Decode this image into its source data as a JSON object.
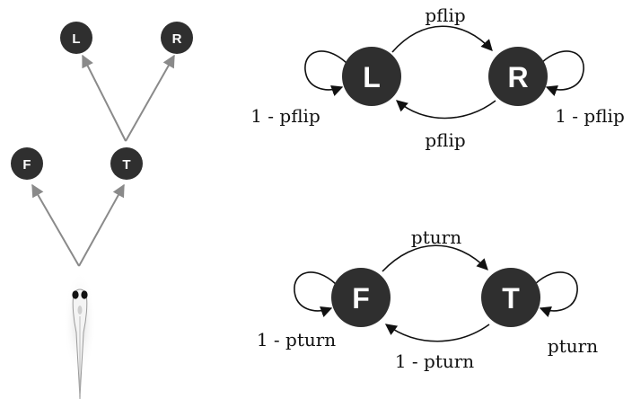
{
  "colors": {
    "node_fill": "#2f2f2f",
    "node_text": "#ffffff",
    "tree_arrow": "#8a8a8a",
    "chain_arrow": "#111111",
    "background": "#ffffff"
  },
  "tree": {
    "nodes": {
      "L": "L",
      "R": "R",
      "F": "F",
      "T": "T"
    },
    "root_icon": "larval-zebrafish-icon"
  },
  "flip_chain": {
    "states": {
      "left": "L",
      "right": "R"
    },
    "labels": {
      "top": "pflip",
      "bottom": "pflip",
      "self_left": "1 - pflip",
      "self_right": "1 - pflip"
    }
  },
  "turn_chain": {
    "states": {
      "left": "F",
      "right": "T"
    },
    "labels": {
      "top": "pturn",
      "bottom": "1 - pturn",
      "self_left": "1 - pturn",
      "self_right": "pturn"
    }
  }
}
